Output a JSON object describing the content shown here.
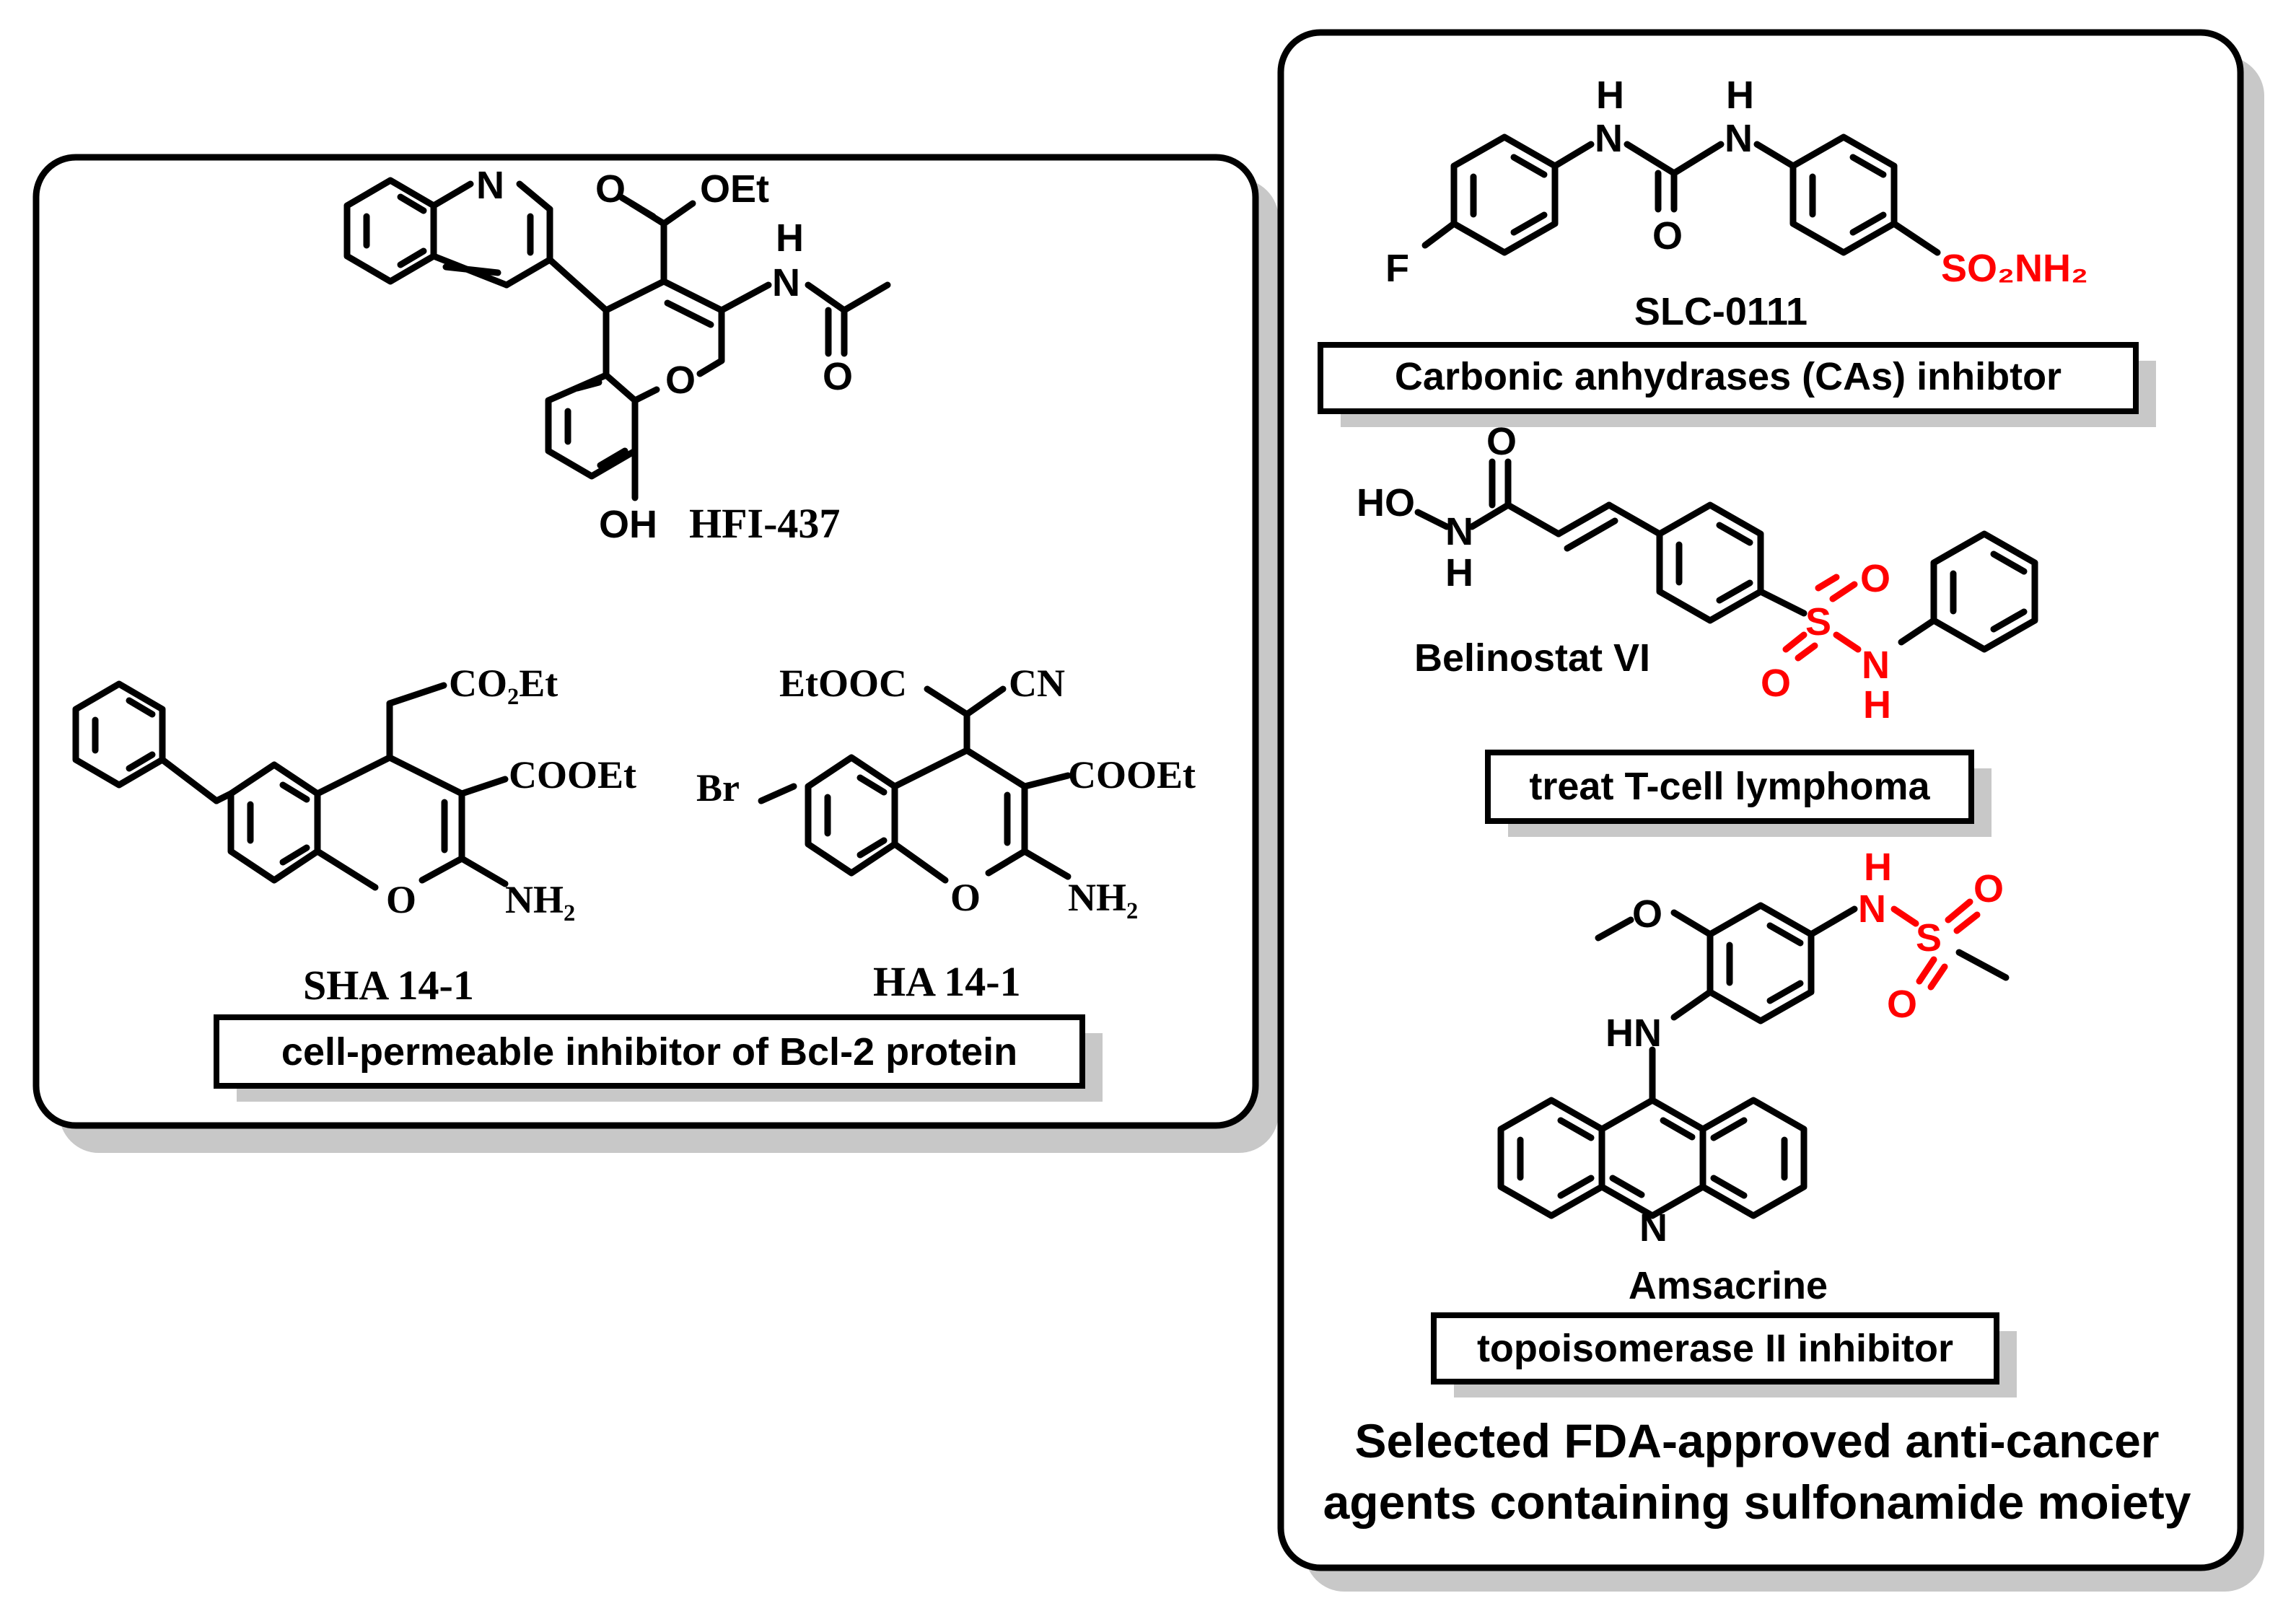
{
  "left_panel": {
    "compounds": [
      {
        "name": "HFI-437"
      },
      {
        "name": "SHA 14-1"
      },
      {
        "name": "HA 14-1"
      }
    ],
    "labels": {
      "N": "N",
      "O": "O",
      "OEt": "OEt",
      "H": "H",
      "OH": "OH",
      "CO2Et": "CO₂Et",
      "COOEt": "COOEt",
      "NH2": "NH₂",
      "EtOOC": "EtOOC",
      "CN": "CN",
      "Br": "Br"
    },
    "caption": "cell-permeable inhibitor of Bcl-2 protein"
  },
  "right_panel": {
    "compounds": [
      {
        "name": "SLC-0111",
        "caption": "Carbonic anhydrases (CAs) inhibtor"
      },
      {
        "name": "Belinostat VI",
        "caption": "treat T-cell lymphoma"
      },
      {
        "name": "Amsacrine",
        "caption": "topoisomerase II inhibitor"
      }
    ],
    "labels": {
      "F": "F",
      "H": "H",
      "N": "N",
      "O": "O",
      "SO2NH2": "SO₂NH₂",
      "HO": "HO",
      "S": "S",
      "HN": "HN"
    },
    "title_line1": "Selected FDA-approved anti-cancer",
    "title_line2": "agents containing sulfonamide moiety"
  },
  "colors": {
    "sulfonamide": "#ff0000",
    "shadow": "#c8c8c8"
  }
}
